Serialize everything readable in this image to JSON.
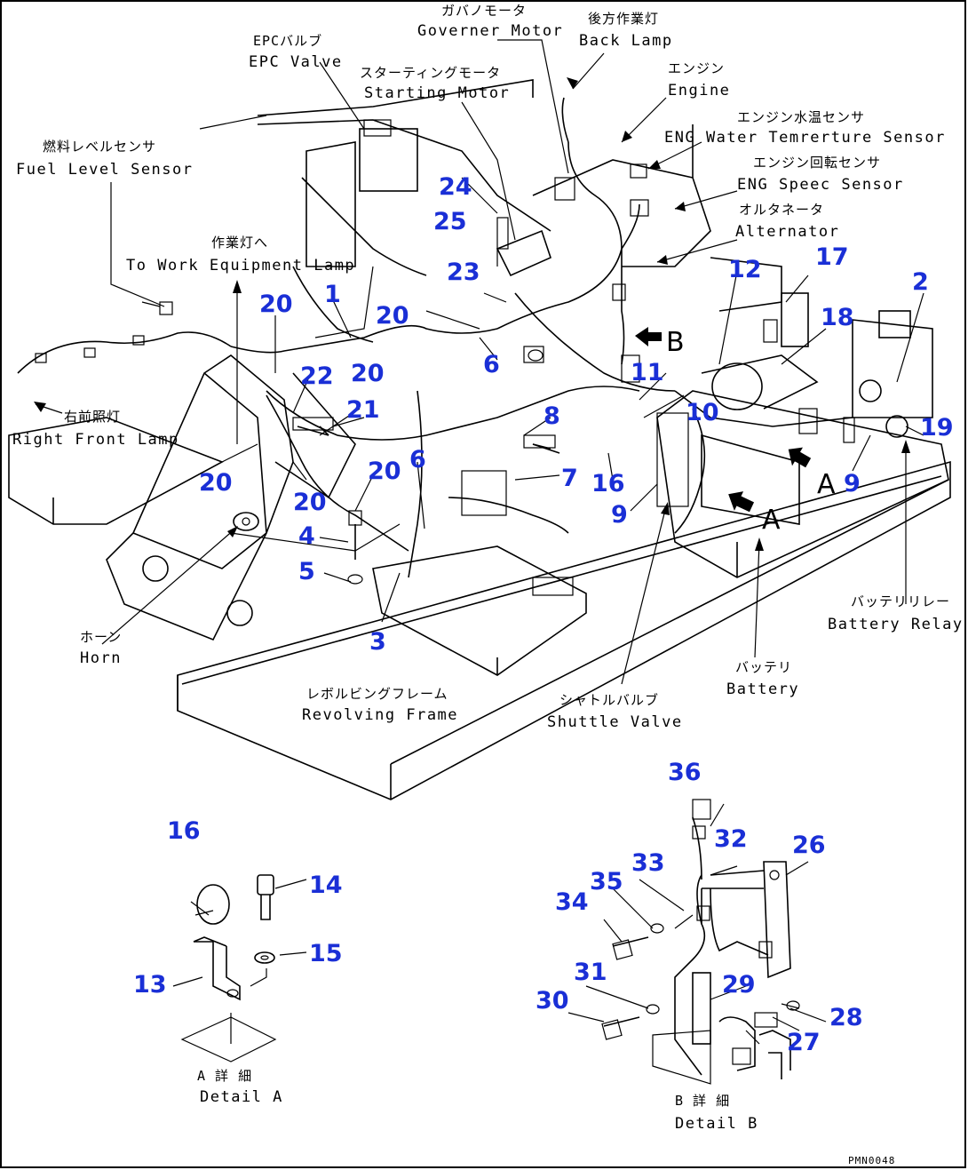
{
  "labels": {
    "governor_motor_jp": "ガバノモータ",
    "governor_motor": "Governer Motor",
    "back_lamp_jp": "後方作業灯",
    "back_lamp": "Back Lamp",
    "epc_valve_jp": "EPCバルブ",
    "epc_valve": "EPC Valve",
    "starting_motor_jp": "スターティングモータ",
    "starting_motor": "Starting Motor",
    "engine_jp": "エンジン",
    "engine": "Engine",
    "water_sensor_jp": "エンジン水温センサ",
    "water_sensor": "ENG Water Temrerture Sensor",
    "speed_sensor_jp": "エンジン回転センサ",
    "speed_sensor": "ENG Speec Sensor",
    "alternator_jp": "オルタネータ",
    "alternator": "Alternator",
    "fuel_sensor_jp": "燃料レベルセンサ",
    "fuel_sensor": "Fuel Level Sensor",
    "work_lamp_jp": "作業灯へ",
    "work_lamp": "To Work Equipment Lamp",
    "front_lamp_jp": "右前照灯",
    "front_lamp": "Right Front Lamp",
    "horn_jp": "ホーン",
    "horn": "Horn",
    "frame_jp": "レボルビングフレーム",
    "frame": "Revolving Frame",
    "shuttle_jp": "シャトルバルブ",
    "shuttle": "Shuttle Valve",
    "battery_jp": "バッテリ",
    "battery": "Battery",
    "relay_jp": "バッテリリレー",
    "relay": "Battery Relay",
    "detail_a_jp": "A 詳 細",
    "detail_a": "Detail A",
    "detail_b_jp": "B 詳 細",
    "detail_b": "Detail B",
    "view_a": "A",
    "view_b": "B",
    "drawing_code": "PMN0048"
  },
  "callouts": [
    "1",
    "2",
    "3",
    "4",
    "5",
    "6",
    "6",
    "7",
    "8",
    "9",
    "9",
    "10",
    "11",
    "12",
    "13",
    "14",
    "15",
    "16",
    "16",
    "17",
    "18",
    "19",
    "20",
    "20",
    "20",
    "20",
    "20",
    "20",
    "21",
    "22",
    "23",
    "24",
    "25",
    "26",
    "27",
    "28",
    "29",
    "30",
    "31",
    "32",
    "33",
    "34",
    "35",
    "36"
  ]
}
